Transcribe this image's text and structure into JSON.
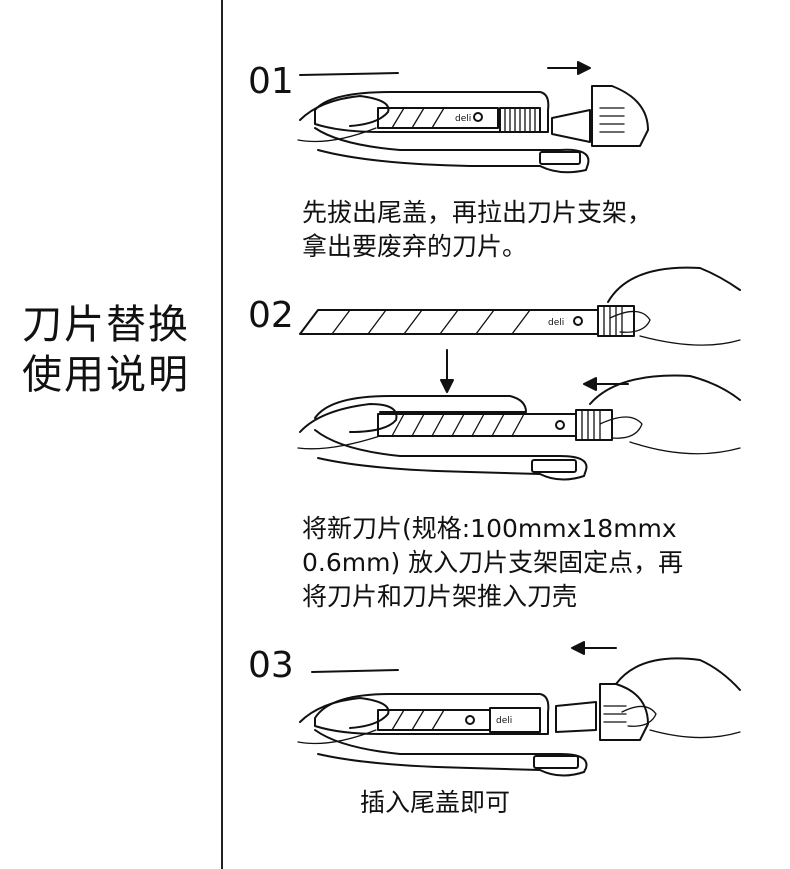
{
  "side_title": {
    "line1": "刀片替换",
    "line2": "使用说明"
  },
  "steps": [
    {
      "number": "01",
      "caption_lines": [
        "先拔出尾盖，再拉出刀片支架，",
        "拿出要废弃的刀片。"
      ]
    },
    {
      "number": "02",
      "caption_lines": [
        "将新刀片(规格:100mmx18mmx",
        "0.6mm) 放入刀片支架固定点，再",
        "将刀片和刀片架推入刀壳"
      ]
    },
    {
      "number": "03",
      "caption_lines": [
        "插入尾盖即可"
      ]
    }
  ],
  "brand_mark": "deli",
  "icons": [
    "arrow-right-icon",
    "arrow-down-icon",
    "arrow-left-icon"
  ]
}
